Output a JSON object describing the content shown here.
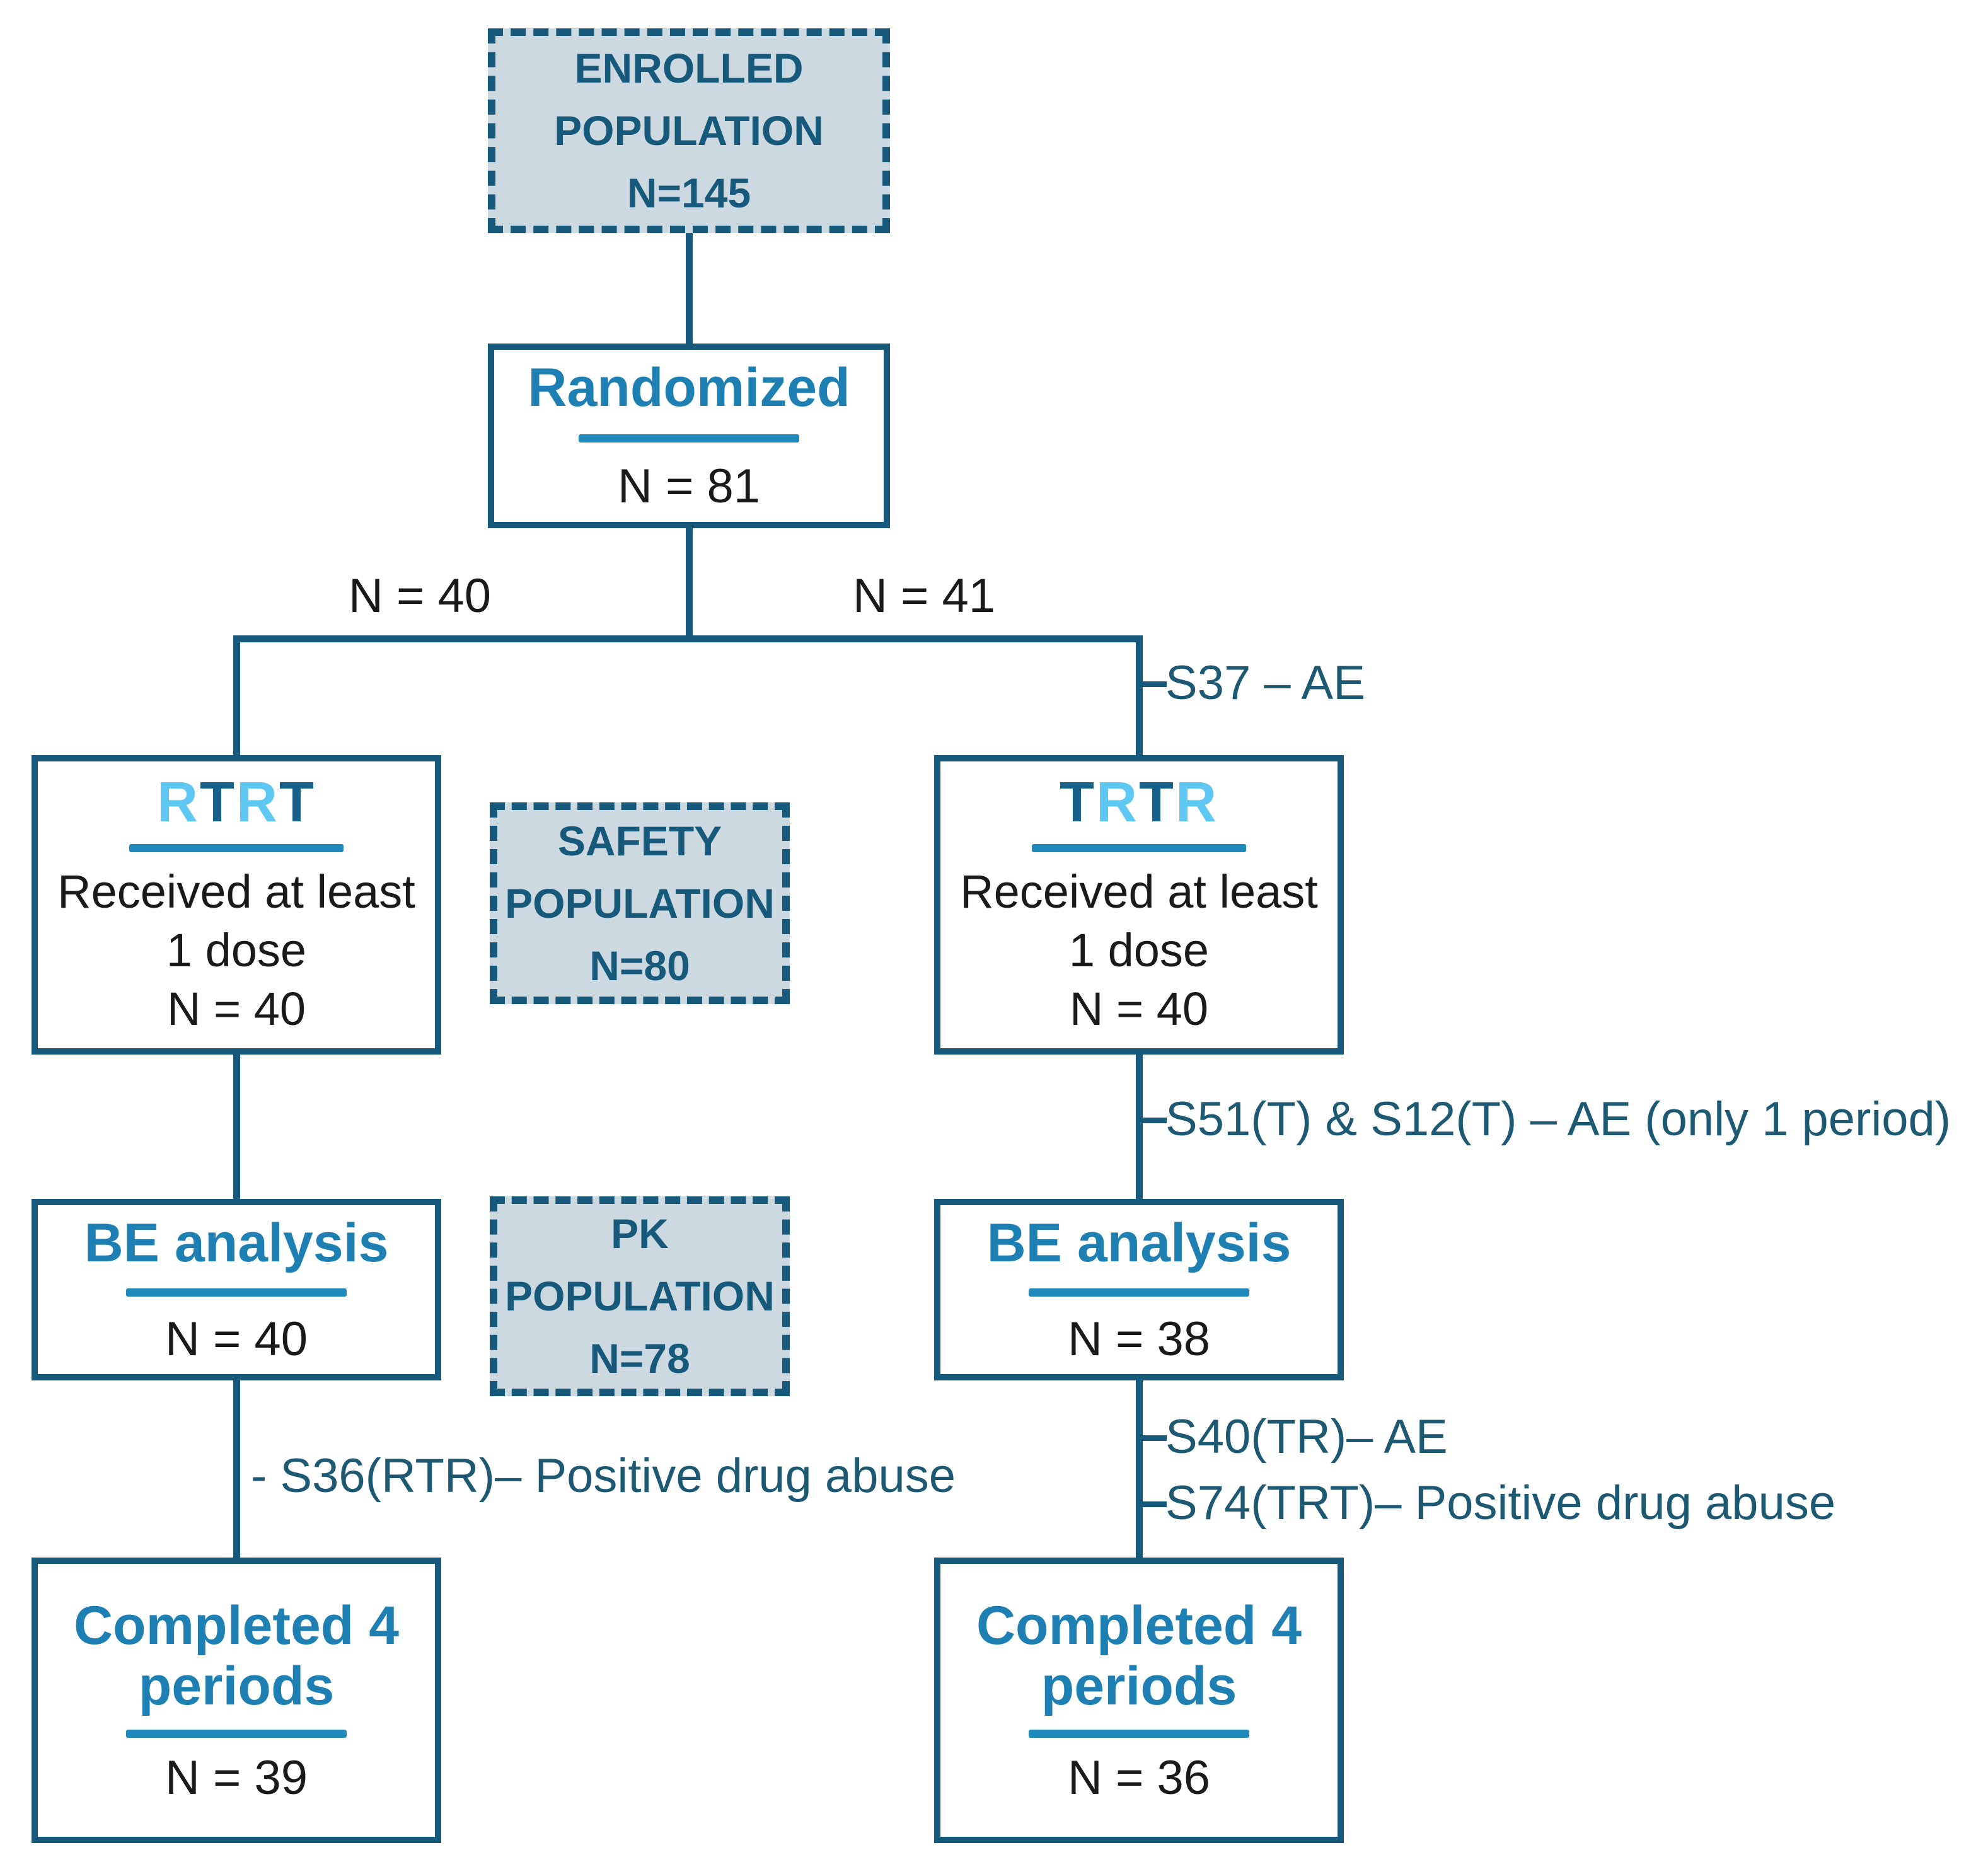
{
  "palette": {
    "line_and_border": "#17597a",
    "title_blue": "#1e7fb2",
    "underline_blue": "#2089bb",
    "letter_light_blue": "#5ec7f2",
    "letter_dark_blue": "#166089",
    "annotation_teal": "#1d5973",
    "dashed_box_fill": "#cdd9e0",
    "body_black": "#1a1a1a"
  },
  "flow": {
    "enrolled": {
      "line1": "ENROLLED",
      "line2": "POPULATION",
      "line3": "N=145"
    },
    "randomized": {
      "title": "Randomized",
      "n": "N = 81"
    },
    "branch_left_n": "N = 40",
    "branch_right_n": "N = 41",
    "annotations": {
      "s37": "S37 – AE",
      "s51": "S51(T) & S12(T) – AE (only 1 period)",
      "s36": "- S36(RTR)– Positive drug abuse",
      "s40": "S40(TR)– AE",
      "s74": "S74(TRT)– Positive drug abuse"
    },
    "safety": {
      "line1": "SAFETY",
      "line2": "POPULATION",
      "line3": "N=80"
    },
    "pk": {
      "line1": "PK",
      "line2": "POPULATION",
      "line3": "N=78"
    },
    "left_arm": {
      "letters": [
        "R",
        "T",
        "R",
        "T"
      ],
      "received_line1": "Received at least",
      "received_line2": "1 dose",
      "received_n": "N = 40",
      "be_title": "BE analysis",
      "be_n": "N = 40",
      "completed_line1": "Completed 4",
      "completed_line2": "periods",
      "completed_n": "N = 39"
    },
    "right_arm": {
      "letters": [
        "T",
        "R",
        "T",
        "R"
      ],
      "received_line1": "Received at least",
      "received_line2": "1 dose",
      "received_n": "N = 40",
      "be_title": "BE analysis",
      "be_n": "N = 38",
      "completed_line1": "Completed 4",
      "completed_line2": "periods",
      "completed_n": "N = 36"
    }
  }
}
